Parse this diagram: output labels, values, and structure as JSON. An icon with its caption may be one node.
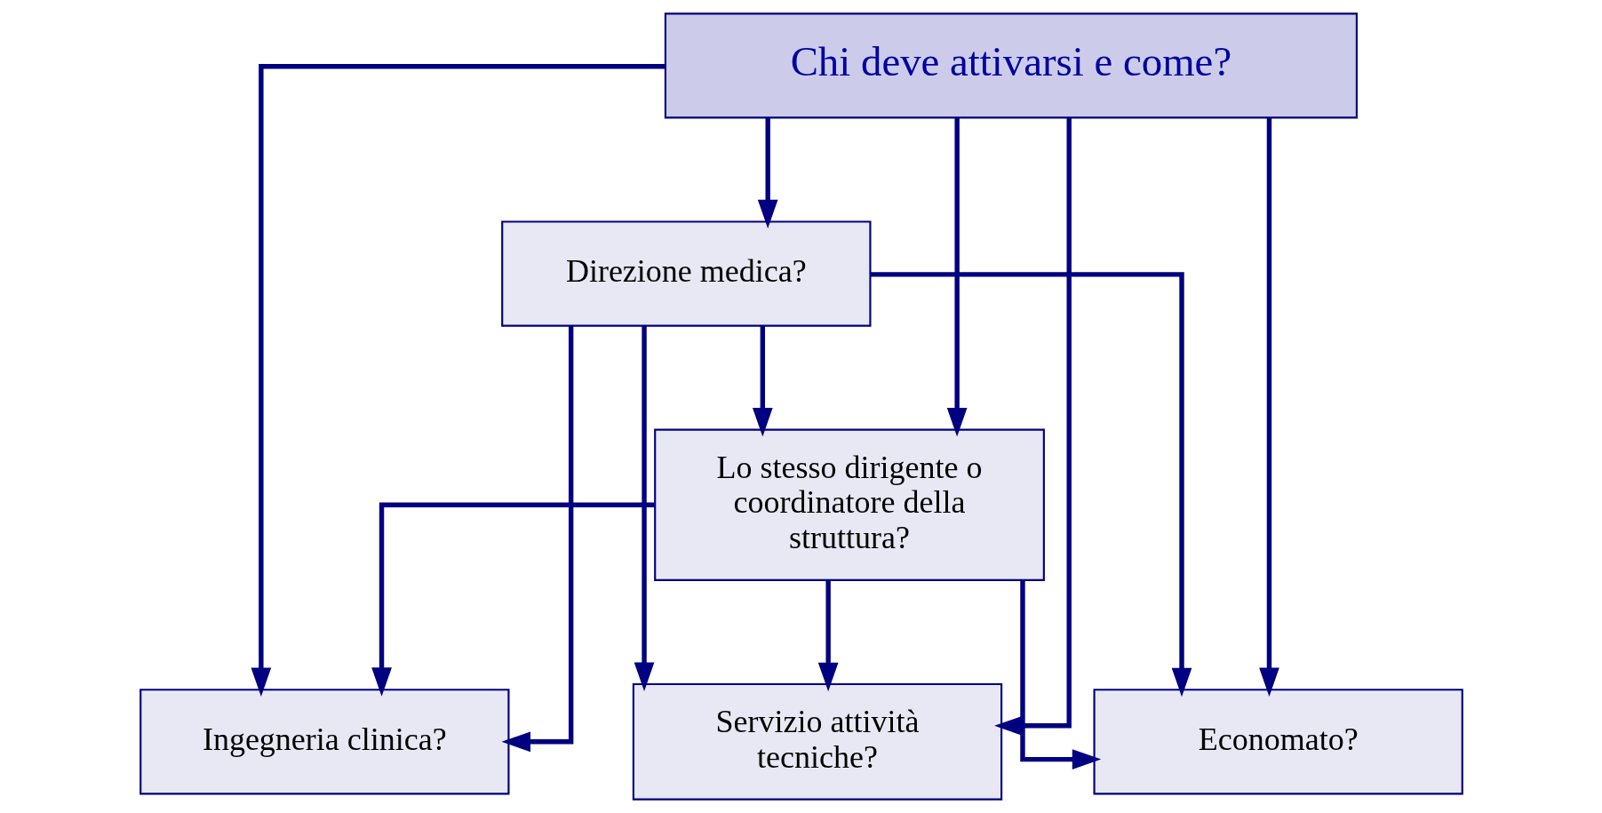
{
  "diagram": {
    "nodes": [
      {
        "text": [
          "Chi deve attivarsi e come?"
        ]
      },
      {
        "text": [
          "Servizio attività tecniche?"
        ]
      },
      {
        "text": [
          "Economato?"
        ]
      },
      {
        "text": [
          "Ingegneria clinica?"
        ]
      },
      {
        "text": [
          "Direzione medica?"
        ]
      },
      {
        "text": [
          "Lo stesso dirigente o coordinatore della struttura?"
        ]
      }
    ],
    "edges": [
      {
        "from": 0,
        "to": 1,
        "arrow": "to"
      },
      {
        "from": 0,
        "to": 4,
        "arrow": "to"
      },
      {
        "from": 0,
        "to": 5,
        "arrow": "to"
      },
      {
        "from": 0,
        "to": 3,
        "arrow": "to"
      },
      {
        "from": 0,
        "to": 2,
        "arrow": "to"
      },
      {
        "from": 4,
        "to": 2,
        "arrow": "to"
      },
      {
        "from": 5,
        "to": 2,
        "arrow": "to"
      },
      {
        "from": 4,
        "to": 1,
        "arrow": "to"
      },
      {
        "from": 4,
        "to": 3,
        "arrow": "to"
      },
      {
        "from": 4,
        "to": 5,
        "arrow": "to"
      },
      {
        "from": 5,
        "to": 1,
        "arrow": "to"
      },
      {
        "from": 5,
        "to": 3,
        "arrow": "to"
      }
    ]
  }
}
